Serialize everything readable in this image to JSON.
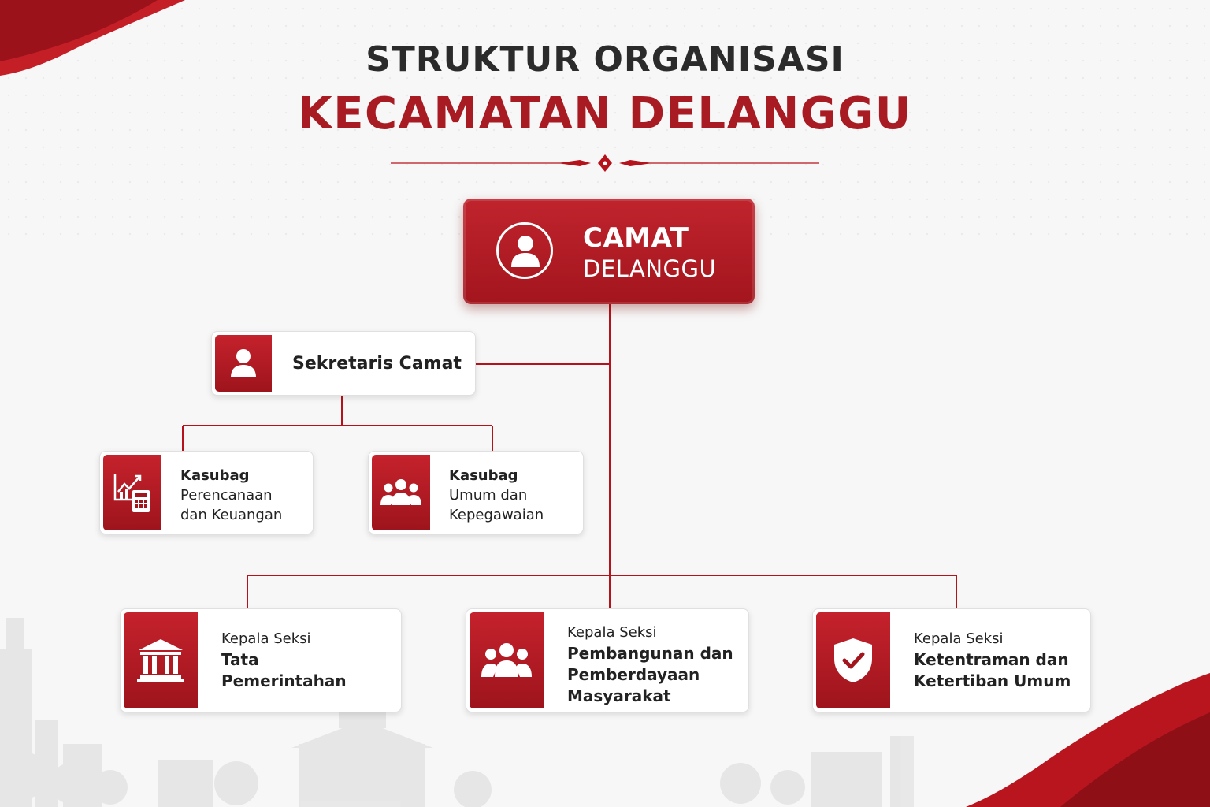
{
  "title": {
    "line1": "STRUKTUR ORGANISASI",
    "line2": "KECAMATAN DELANGGU"
  },
  "colors": {
    "accent": "#a91b23",
    "connector": "#b5121b",
    "background": "#f7f7f7"
  },
  "head": {
    "icon": "person-circle-icon",
    "title": "CAMAT",
    "subtitle": "DELANGGU"
  },
  "secretary": {
    "icon": "person-icon",
    "label": "Sekretaris Camat"
  },
  "subdivisions": [
    {
      "icon": "chart-calculator-icon",
      "title": "Kasubag",
      "line1": "Perencanaan",
      "line2": "dan Keuangan"
    },
    {
      "icon": "group-icon",
      "title": "Kasubag",
      "line1": "Umum dan",
      "line2": "Kepegawaian"
    }
  ],
  "sections": [
    {
      "icon": "government-building-icon",
      "prefix": "Kepala Seksi",
      "line1": "Tata",
      "line2": "Pemerintahan"
    },
    {
      "icon": "group-icon",
      "prefix": "Kepala Seksi",
      "line1": "Pembangunan dan",
      "line2": "Pemberdayaan",
      "line3": "Masyarakat"
    },
    {
      "icon": "shield-check-icon",
      "prefix": "Kepala Seksi",
      "line1": "Ketentraman dan",
      "line2": "Ketertiban Umum"
    }
  ]
}
